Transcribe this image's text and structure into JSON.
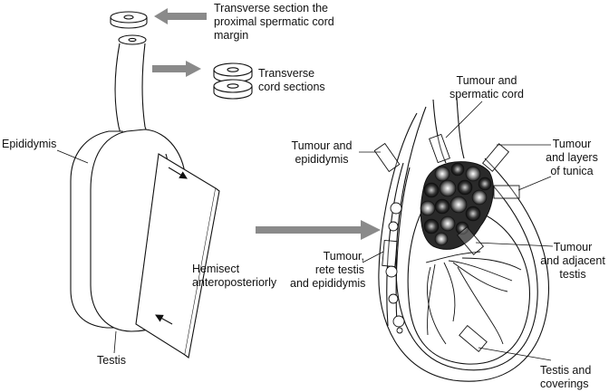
{
  "labels": {
    "proximal_margin": [
      "Transverse section the",
      "proximal spermatic cord",
      "margin"
    ],
    "cord_sections": [
      "Transverse",
      "cord sections"
    ],
    "epididymis": "Epididymis",
    "testis": "Testis",
    "hemisect": [
      "Hemisect",
      "anteroposteriorly"
    ],
    "tumour_cord": [
      "Tumour and",
      "spermatic cord"
    ],
    "tumour_epididymis": [
      "Tumour and",
      "epididymis"
    ],
    "tumour_tunica": [
      "Tumour",
      "and layers",
      "of tunica"
    ],
    "tumour_rete": [
      "Tumour,",
      "rete testis",
      "and epididymis"
    ],
    "tumour_adjacent": [
      "Tumour",
      "and adjacent",
      "testis"
    ],
    "testis_coverings": [
      "Testis and",
      "coverings"
    ]
  },
  "colors": {
    "line": "#111111",
    "arrow": "#8a8a8a",
    "tumour_dark": "#1c1c1c",
    "tumour_light": "#e8e8e8"
  }
}
